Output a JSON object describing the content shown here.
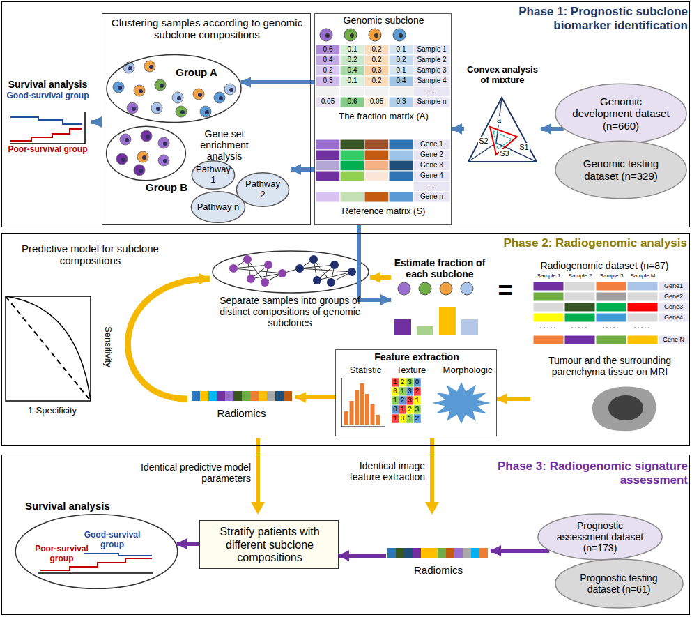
{
  "diagram": {
    "nodes": [
      {
        "text": [
          "Phase 1: Prognostic subclone biomarker identification"
        ]
      },
      {
        "text": [
          "Genomic development dataset (n=660)"
        ],
        "in": 0
      },
      {
        "text": [
          "Genomic testing dataset (n=329)"
        ],
        "in": 0
      },
      {
        "text": [
          "Convex analysis of mixture"
        ],
        "in": 0
      },
      {
        "text": [
          "Genomic subclone",
          "The fraction matrix (A)",
          "Reference matrix (S)"
        ],
        "in": 0
      },
      {
        "text": [
          "Clustering samples according to genomic subclone compositions"
        ],
        "in": 0
      },
      {
        "text": [
          "Group A"
        ],
        "in": 5
      },
      {
        "text": [
          "Group B"
        ],
        "in": 5
      },
      {
        "text": [
          "Gene set enrichment analysis"
        ],
        "in": 5
      },
      {
        "text": [
          "Pathway 1"
        ],
        "in": 8
      },
      {
        "text": [
          "Pathway 2"
        ],
        "in": 8
      },
      {
        "text": [
          "Pathway n"
        ],
        "in": 8
      },
      {
        "text": [
          "Survival analysis",
          "Good-survival group",
          "Poor-survival group"
        ],
        "in": 0
      },
      {
        "text": [
          "Phase 2: Radiogenomic analysis"
        ]
      },
      {
        "text": [
          "Radiogenomic dataset (n=87)"
        ],
        "in": 13
      },
      {
        "text": [
          "Estimate fraction of each subclone"
        ],
        "in": 13
      },
      {
        "text": [
          "Separate samples into groups of distinct compositions of genomic subclones"
        ],
        "in": 13
      },
      {
        "text": [
          "Tumour and the surrounding parenchyma tissue on MRI"
        ],
        "in": 13
      },
      {
        "text": [
          "Feature extraction",
          "Morphologic",
          "Texture",
          "Statistic"
        ],
        "in": 13
      },
      {
        "text": [
          "Radiomics"
        ],
        "in": 13
      },
      {
        "text": [
          "Phase 3: Radiogenomic signature assessment"
        ]
      },
      {
        "text": [
          "Prognostic assessment dataset (n=173)"
        ],
        "in": 20
      },
      {
        "text": [
          "Prognostic testing dataset (n=61)"
        ],
        "in": 20
      },
      {
        "text": [
          "Radiomics"
        ],
        "in": 20
      },
      {
        "text": [
          "Stratify patients with different subclone compositions"
        ],
        "in": 20
      },
      {
        "text": [
          "Survival analysis",
          "Good-survival group",
          "Poor-survival group"
        ],
        "in": 20
      }
    ],
    "edges": [
      {
        "from": 1,
        "to": 3,
        "arrow": "to"
      },
      {
        "from": 3,
        "to": 4,
        "arrow": "to"
      },
      {
        "from": 4,
        "to": 6,
        "arrow": "to"
      },
      {
        "from": 4,
        "to": 8,
        "arrow": "to"
      },
      {
        "from": 5,
        "to": 12,
        "arrow": "to"
      },
      {
        "from": 4,
        "to": 15,
        "arrow": "to"
      },
      {
        "from": 15,
        "to": 16,
        "arrow": "to"
      },
      {
        "from": 17,
        "to": 18,
        "arrow": "to"
      },
      {
        "from": 18,
        "to": 19,
        "arrow": "to"
      },
      {
        "from": 19,
        "to": 16,
        "arrow": "to"
      },
      {
        "from": 21,
        "to": 23,
        "arrow": "to"
      },
      {
        "from": 23,
        "to": 24,
        "arrow": "to"
      },
      {
        "from": 24,
        "to": 25,
        "arrow": "to"
      }
    ],
    "labels": [
      "0.6",
      "0.1",
      "0.2",
      "0.1",
      "Sample 1",
      "0.4",
      "0.2",
      "0.2",
      "0.2",
      "Sample 2",
      "0.2",
      "0.4",
      "0.3",
      "0.1",
      "Sample 3",
      "0.3",
      "0.1",
      "0.2",
      "0.4",
      "Sample 4",
      "....",
      "0.05",
      "0.6",
      "0.05",
      "0.3",
      "Sample n",
      "Gene 1",
      "Gene 2",
      "Gene 3",
      "Gene 4",
      "....",
      "Gene n",
      "a",
      "S1",
      "S2",
      "S3",
      "=",
      "Sample 1",
      "Sample 2",
      "Sample 3",
      "Sample M",
      "Gene1",
      "Gene2",
      "Gene3",
      "Gene4",
      "Gene N",
      "Predictive model for subclone compositions",
      "Sensitivity",
      "1-Specificity",
      "1230",
      "0132",
      "1231",
      "0123",
      "1312",
      "Identical predictive model parameters",
      "Identical image feature extraction"
    ]
  }
}
